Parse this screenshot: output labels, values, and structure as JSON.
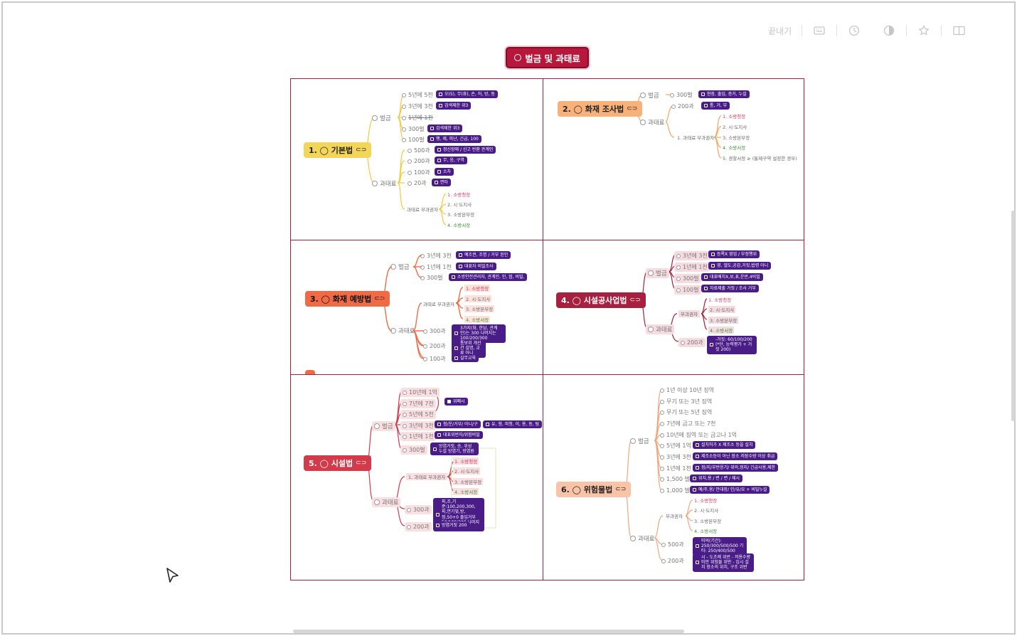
{
  "toolbar": {
    "exit_label": "끝내기"
  },
  "root": {
    "label": "벌금 및 과태료",
    "color": "#b7173a"
  },
  "quadrants": {
    "q1": {
      "title": "1. ◯ 기본법",
      "fine_label": "벌금",
      "penalty_label": "과태료",
      "fines": [
        "5년에 5천",
        "3년에 3천",
        "1년에 1천",
        "300벌",
        "100벌"
      ],
      "fine_tags": [
        "오(5), 무(휴), 손, 허, 방, 동",
        "검색제한 위3",
        "검색제한 위3",
        "행, 제, 피난, 긴급, 100"
      ],
      "penalties": [
        "500과",
        "200과",
        "100과",
        "20과"
      ],
      "penalty_tags": [
        "정신장애 / 신고 반환 관계인",
        "무, 응, 구역",
        "소차",
        "면타"
      ],
      "imposer_label": "과태료 부과권자",
      "imposers": [
        "1. 소방청장",
        "2. 시·도지사",
        "3. 소방본부장",
        "4. 소방서장"
      ]
    },
    "q2": {
      "title": "2. ◯ 화재 조사법",
      "fine_label": "벌금",
      "penalty_label": "과태료",
      "fine": "300벌",
      "fine_tag": "현장, 출입, 증거, 누설",
      "penalty": "200과",
      "penalty_tag": "통, 거, 부",
      "imposer_label": "1. 과태료 부과권자",
      "imposers": [
        "1. 소방청장",
        "2. 시·도지사",
        "3. 소방본부장",
        "4. 소방서장",
        "5. 경찰서장 ≥ (통제구역 설정한 경우)"
      ]
    },
    "q3": {
      "title": "3. ◯ 화재 예방법",
      "fine_label": "벌금",
      "penalty_label": "과태료",
      "fines": [
        "3년에 3천",
        "1년에 1천",
        "300벌"
      ],
      "fine_tags": [
        "예조권, 조명 / 거부 된인",
        "대표자 비밀조사",
        "소방안전관리자, 관계인, 인, 협, 비밀,"
      ],
      "imposer_label": "과태료 부과권자",
      "imposers": [
        "1. 소방청장",
        "2. 시·도지사",
        "3. 소방본부장",
        "4. 소방서장"
      ],
      "penalties": [
        "300과",
        "200과",
        "100과"
      ],
      "penalty_tags": [
        "3가지(화, 한담, 관계인)는 300 나머지는 100/200/300",
        "통보위 개선건 설명, 교류 아니",
        "실무교육"
      ]
    },
    "q4": {
      "title": "4. ◯ 시설공사업법",
      "fine_label": "벌금",
      "penalty_label": "과태료",
      "fines": [
        "3년에 3천",
        "1년에 1천",
        "300벌",
        "100벌"
      ],
      "fine_tags": [
        "등록X 영업 / 부정행위",
        "영, 엘도,공감,거짓,법령 아니",
        "대표배치X,보,표,운반,4비밀",
        "자료제출 거짓 / 조사 거부"
      ],
      "imposer_label": "부과권자",
      "imposers": [
        "1. 소방청장",
        "2. 시·도지사",
        "3. 소방본부장",
        "4. 소방서장"
      ],
      "penalty": "200과",
      "penalty_tag": "-거짓: 60/100/200 (*단, 능력평가 + 거짓 200)"
    },
    "q5": {
      "title": "5. ◯ 시설법",
      "fine_label": "벌금",
      "penalty_label": "과태료",
      "fines": [
        "10년에 1억",
        "7년에 7천",
        "5년에 5천",
        "3년에 3천",
        "1년에 1천",
        "300벌"
      ],
      "fine_tags": [
        "위폐시",
        "첨/운/거부/ 아니/구",
        "유, 형, 피청, 이, 용, 동, 팀",
        "대표위번자/위험비밀",
        "방염거짓, 승, 위성 누설 방염기, 방염원"
      ],
      "imposer_label": "1. 과태료 부과권자",
      "imposers": [
        "1. 소방청장",
        "2. 시·도지사",
        "3. 소방본부장",
        "4. 소방서장"
      ],
      "penalties": [
        "300과",
        "200과"
      ],
      "penalty_tags": [
        "피,조,기준:100,200,300, 피,연기및,방,정,50+0 출입거부 50/100/300 나머지 300",
        "방염거짓 200"
      ]
    },
    "q6": {
      "title": "6. ◯ 위험물법",
      "fine_label": "벌금",
      "penalty_label": "과태료",
      "fines": [
        "1년 이상 10년 징역",
        "무기 또는 3년 징역",
        "무기 또는 5년 징역",
        "7년에 금고 또는 7천",
        "10년에 징역 또는 금고나 1억",
        "5년에 1억",
        "3년에 3천",
        "1년에 1천",
        "1,500 벌",
        "1,000 벌"
      ],
      "fine_tags": [
        "설치허가 X 제조소 등을 설치",
        "제조소등이 아닌 장소 저장수량 이상 취급",
        "정/지/부반응기/ 위의,정지/ 긴급사용,제한",
        "위치,용 / 변 / 변 / 제시",
        "예/주,용/ 안대장/ 인/유/요 + 비밀누설"
      ],
      "imposer_label": "부과권자",
      "imposers": [
        "1. 소방청장",
        "2. 시·도지사",
        "3. 소방본부장",
        "4. 소방서장"
      ],
      "penalties": [
        "500과",
        "200과"
      ],
      "penalty_tags": [
        "미의(기간): 250/300/500/500 기타: 250/400/500",
        "시 - 도조례 위반 - 저용수량 미만 위험물 위반 - 임시 설치 장소의 위치, 구조 위반"
      ]
    }
  },
  "colors": {
    "q1": "#f3c93c",
    "q2": "#f6a660",
    "q3": "#ef6a45",
    "q4": "#a8203f",
    "q5": "#d33a4a",
    "q6": "#f0a882",
    "tag": "#4a1c87",
    "border": "#a8203f"
  }
}
